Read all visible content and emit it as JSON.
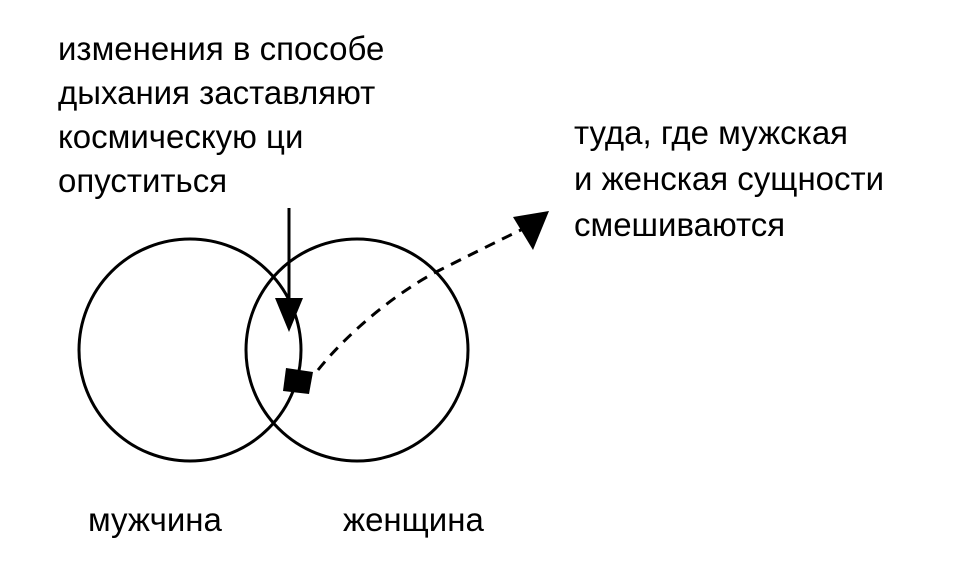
{
  "top_note": {
    "lines": [
      "изменения в способе",
      "дыхания заставляют",
      "космическую ци",
      "опуститься"
    ]
  },
  "right_note": {
    "lines": [
      "туда, где мужская",
      "и женская сущности",
      "смешиваются"
    ]
  },
  "circles": {
    "left_label": "мужчина",
    "right_label": "женщина"
  },
  "colors": {
    "ink": "#000000",
    "background": "#ffffff"
  }
}
